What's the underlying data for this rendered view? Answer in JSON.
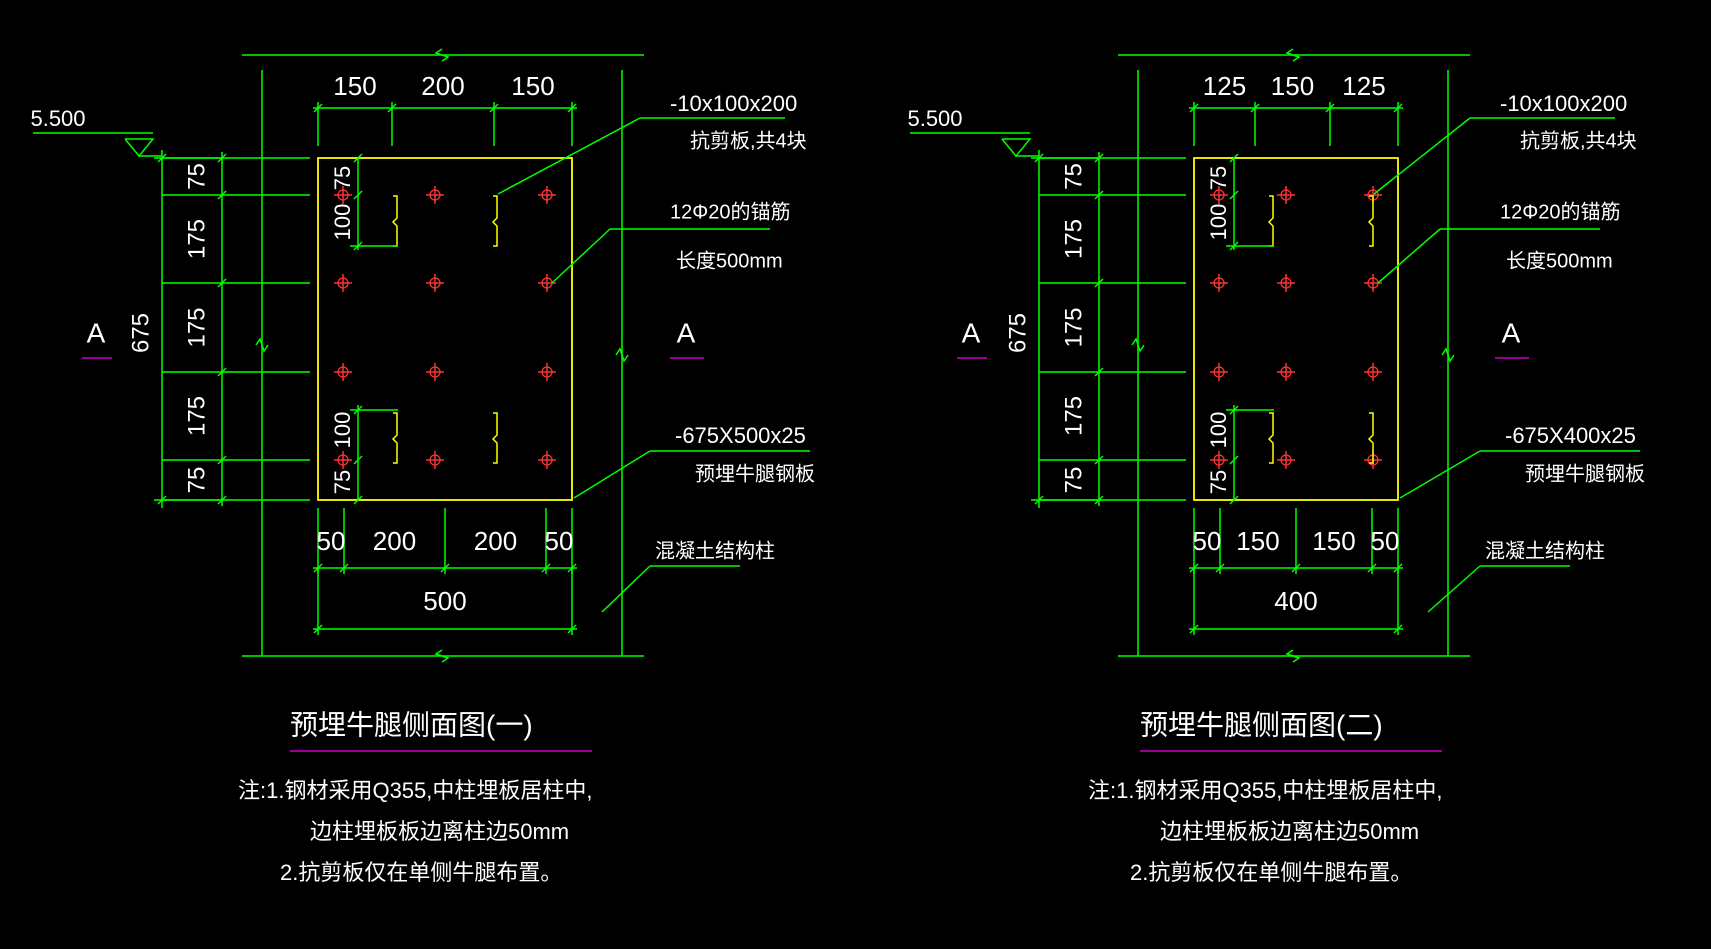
{
  "colors": {
    "background": "#000000",
    "line": "#00ff00",
    "dimension_text": "#ffffff",
    "plate": "#ffff00",
    "rebar": "#ff3333",
    "title_underline": "#cc00cc",
    "section_mark_underline": "#cc00cc"
  },
  "drawings": [
    {
      "elevation": "5.500",
      "top_dims": [
        "150",
        "200",
        "150"
      ],
      "left_dims": [
        "75",
        "175",
        "175",
        "175",
        "75"
      ],
      "total_height": "675",
      "inner_dims": {
        "top_75": "75",
        "top_100": "100",
        "bottom_100": "100",
        "bottom_75": "75"
      },
      "bottom_dims": [
        "50",
        "200",
        "200",
        "50"
      ],
      "total_width": "500",
      "section_mark_left": "A",
      "section_mark_right": "A",
      "callouts": {
        "shear_plate_spec": "-10x100x200",
        "shear_plate_desc": "抗剪板,共4块",
        "anchor_spec": "12Φ20的锚筋",
        "anchor_length": "长度500mm",
        "plate_spec": "-675X500x25",
        "plate_desc": "预埋牛腿钢板",
        "column_desc": "混凝土结构柱"
      },
      "title": "预埋牛腿侧面图(一)",
      "notes": [
        "注:1.钢材采用Q355,中柱埋板居柱中,",
        "边柱埋板板边离柱边50mm",
        "2.抗剪板仅在单侧牛腿布置。"
      ]
    },
    {
      "elevation": "5.500",
      "top_dims": [
        "125",
        "150",
        "125"
      ],
      "left_dims": [
        "75",
        "175",
        "175",
        "175",
        "75"
      ],
      "total_height": "675",
      "inner_dims": {
        "top_75": "75",
        "top_100": "100",
        "bottom_100": "100",
        "bottom_75": "75"
      },
      "bottom_dims": [
        "50",
        "150",
        "150",
        "50"
      ],
      "total_width": "400",
      "section_mark_left": "A",
      "section_mark_right": "A",
      "callouts": {
        "shear_plate_spec": "-10x100x200",
        "shear_plate_desc": "抗剪板,共4块",
        "anchor_spec": "12Φ20的锚筋",
        "anchor_length": "长度500mm",
        "plate_spec": "-675X400x25",
        "plate_desc": "预埋牛腿钢板",
        "column_desc": "混凝土结构柱"
      },
      "title": "预埋牛腿侧面图(二)",
      "notes": [
        "注:1.钢材采用Q355,中柱埋板居柱中,",
        "边柱埋板板边离柱边50mm",
        "2.抗剪板仅在单侧牛腿布置。"
      ]
    }
  ]
}
